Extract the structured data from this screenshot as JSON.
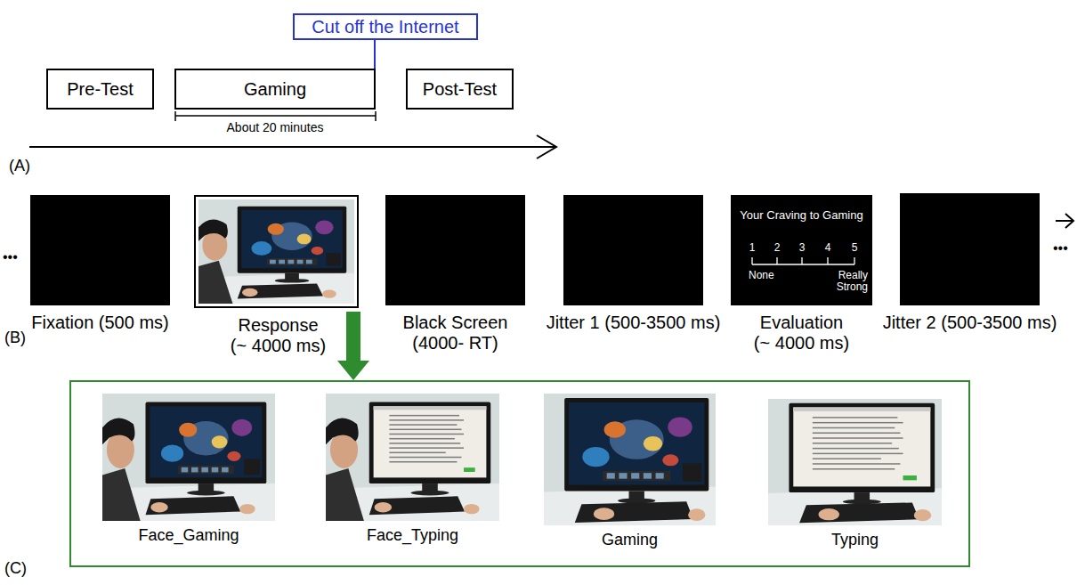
{
  "diagram": {
    "nodes": [
      {
        "text": [
          "Cut off the Internet"
        ]
      },
      {
        "text": [
          "Pre-Test"
        ]
      },
      {
        "text": [
          "Gaming"
        ]
      },
      {
        "text": [
          "Post-Test"
        ]
      },
      {
        "text": [
          "Fixation (500 ms)"
        ]
      },
      {
        "text": [
          "Response (~ 4000 ms)"
        ]
      },
      {
        "text": [
          "Black Screen (4000- RT)"
        ]
      },
      {
        "text": [
          "Jitter 1 (500-3500 ms)"
        ]
      },
      {
        "text": [
          "Your Craving to Gaming",
          "1",
          "2",
          "3",
          "4",
          "5",
          "None",
          "Really Strong",
          "Evaluation (~ 4000 ms)"
        ]
      },
      {
        "text": [
          "Jitter 2 (500-3500 ms)"
        ]
      },
      {
        "text": []
      },
      {
        "text": [
          "Face_Gaming"
        ],
        "in": 10
      },
      {
        "text": [
          "Face_Typing"
        ],
        "in": 10
      },
      {
        "text": [
          "Gaming"
        ],
        "in": 10
      },
      {
        "text": [
          "Typing"
        ],
        "in": 10
      }
    ],
    "edges": [
      {
        "from": 0,
        "to": 2,
        "arrow": "none"
      },
      {
        "from": 5,
        "to": 10,
        "arrow": "to"
      }
    ],
    "labels": [
      "About 20 minutes",
      "(A)",
      "(B)",
      "(C)",
      "•••",
      "•••"
    ]
  }
}
